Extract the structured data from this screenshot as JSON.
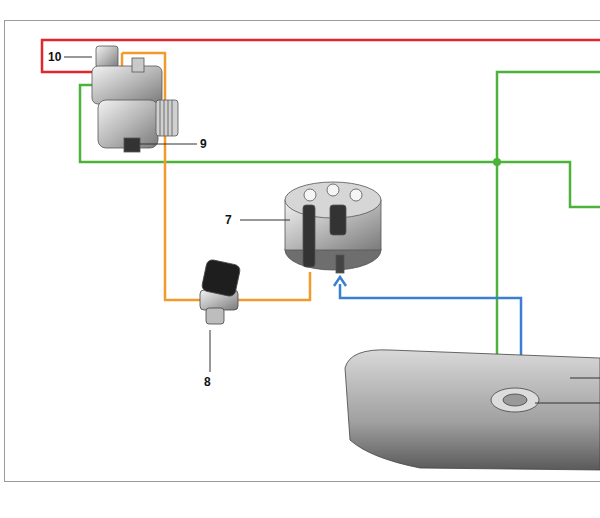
{
  "diagram": {
    "labels": [
      "10",
      "9",
      "7",
      "8"
    ]
  }
}
